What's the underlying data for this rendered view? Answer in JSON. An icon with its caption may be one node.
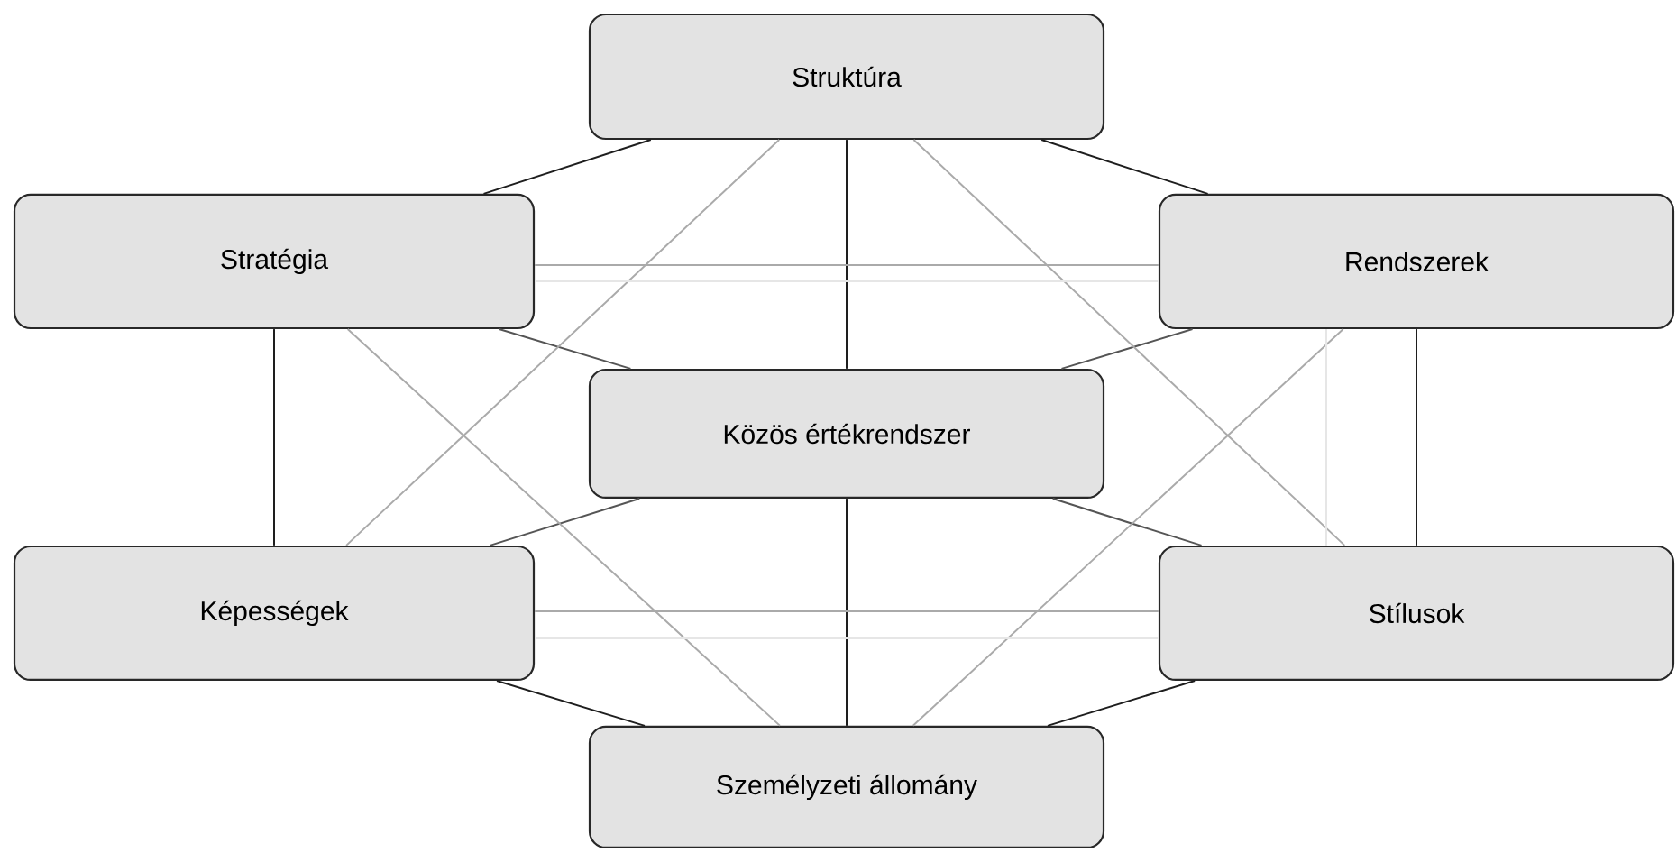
{
  "diagram": {
    "nodes": [
      {
        "text": [
          "Struktúra"
        ]
      },
      {
        "text": [
          "Stratégia"
        ]
      },
      {
        "text": [
          "Rendszerek"
        ]
      },
      {
        "text": [
          "Közös értékrendszer"
        ]
      },
      {
        "text": [
          "Képességek"
        ]
      },
      {
        "text": [
          "Stílusok"
        ]
      },
      {
        "text": [
          "Személyzeti állomány"
        ]
      }
    ],
    "edges": [
      {
        "from": 0,
        "to": 1,
        "arrow": "none"
      },
      {
        "from": 0,
        "to": 2,
        "arrow": "none"
      },
      {
        "from": 1,
        "to": 4,
        "arrow": "none"
      },
      {
        "from": 2,
        "to": 5,
        "arrow": "none"
      },
      {
        "from": 4,
        "to": 6,
        "arrow": "none"
      },
      {
        "from": 5,
        "to": 6,
        "arrow": "none"
      },
      {
        "from": 0,
        "to": 3,
        "arrow": "none"
      },
      {
        "from": 3,
        "to": 6,
        "arrow": "none"
      },
      {
        "from": 1,
        "to": 3,
        "arrow": "none",
        "color": "#555555"
      },
      {
        "from": 2,
        "to": 3,
        "arrow": "none",
        "color": "#555555"
      },
      {
        "from": 4,
        "to": 3,
        "arrow": "none",
        "color": "#555555"
      },
      {
        "from": 5,
        "to": 3,
        "arrow": "none",
        "color": "#555555"
      },
      {
        "from": 0,
        "to": 4,
        "arrow": "none",
        "color": "#aaaaaa"
      },
      {
        "from": 0,
        "to": 5,
        "arrow": "none",
        "color": "#aaaaaa"
      },
      {
        "from": 1,
        "to": 6,
        "arrow": "none",
        "color": "#aaaaaa"
      },
      {
        "from": 2,
        "to": 6,
        "arrow": "none",
        "color": "#aaaaaa"
      },
      {
        "from": 1,
        "to": 2,
        "arrow": "none",
        "color": "#aaaaaa"
      },
      {
        "from": 4,
        "to": 5,
        "arrow": "none",
        "color": "#aaaaaa"
      },
      {
        "from": 1,
        "to": 2,
        "arrow": "none",
        "color": "#e6e6e6"
      },
      {
        "from": 4,
        "to": 5,
        "arrow": "none",
        "color": "#e6e6e6"
      },
      {
        "from": 2,
        "to": 5,
        "arrow": "none",
        "color": "#e6e6e6"
      }
    ]
  }
}
